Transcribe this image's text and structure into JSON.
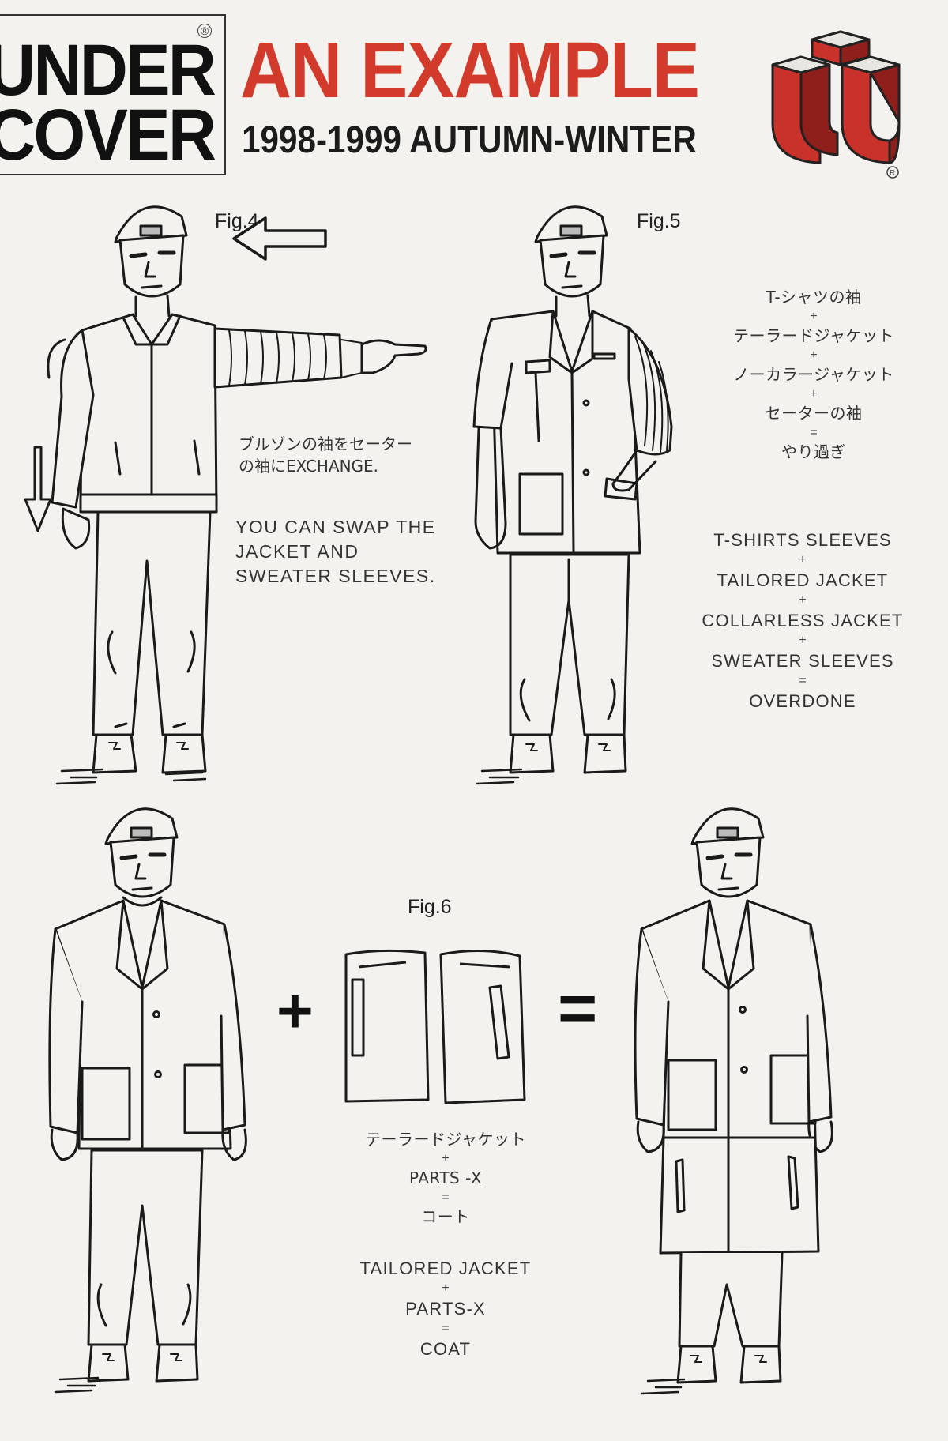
{
  "header": {
    "brand_line_1": "UNDER",
    "brand_line_2": "COVER",
    "registered_mark": "®",
    "title": "AN EXAMPLE",
    "subtitle": "1998-1999 AUTUMN-WINTER",
    "logo_icon": "uc-cube-logo-icon",
    "accent_color": "#d23a2c"
  },
  "fig4": {
    "label": "Fig.4",
    "jp_caption": "ブルゾンの袖をセーター\nの袖にEXCHANGE.",
    "en_caption": "YOU CAN SWAP THE\nJACKET AND\nSWEATER SLEEVES."
  },
  "fig5": {
    "label": "Fig.5",
    "jp_equation": [
      "T-シャツの袖",
      "+",
      "テーラードジャケット",
      "+",
      "ノーカラージャケット",
      "+",
      "セーターの袖",
      "=",
      "やり過ぎ"
    ],
    "en_equation": [
      "T-SHIRTS SLEEVES",
      "+",
      "TAILORED JACKET",
      "+",
      "COLLARLESS JACKET",
      "+",
      "SWEATER SLEEVES",
      "=",
      "OVERDONE"
    ]
  },
  "fig6": {
    "label": "Fig.6",
    "plus_symbol": "+",
    "equals_symbol": "=",
    "jp_equation": [
      "テーラードジャケット",
      "+",
      "PARTS -X",
      "=",
      "コート"
    ],
    "en_equation": [
      "TAILORED JACKET",
      "+",
      "PARTS-X",
      "=",
      "COAT"
    ]
  }
}
